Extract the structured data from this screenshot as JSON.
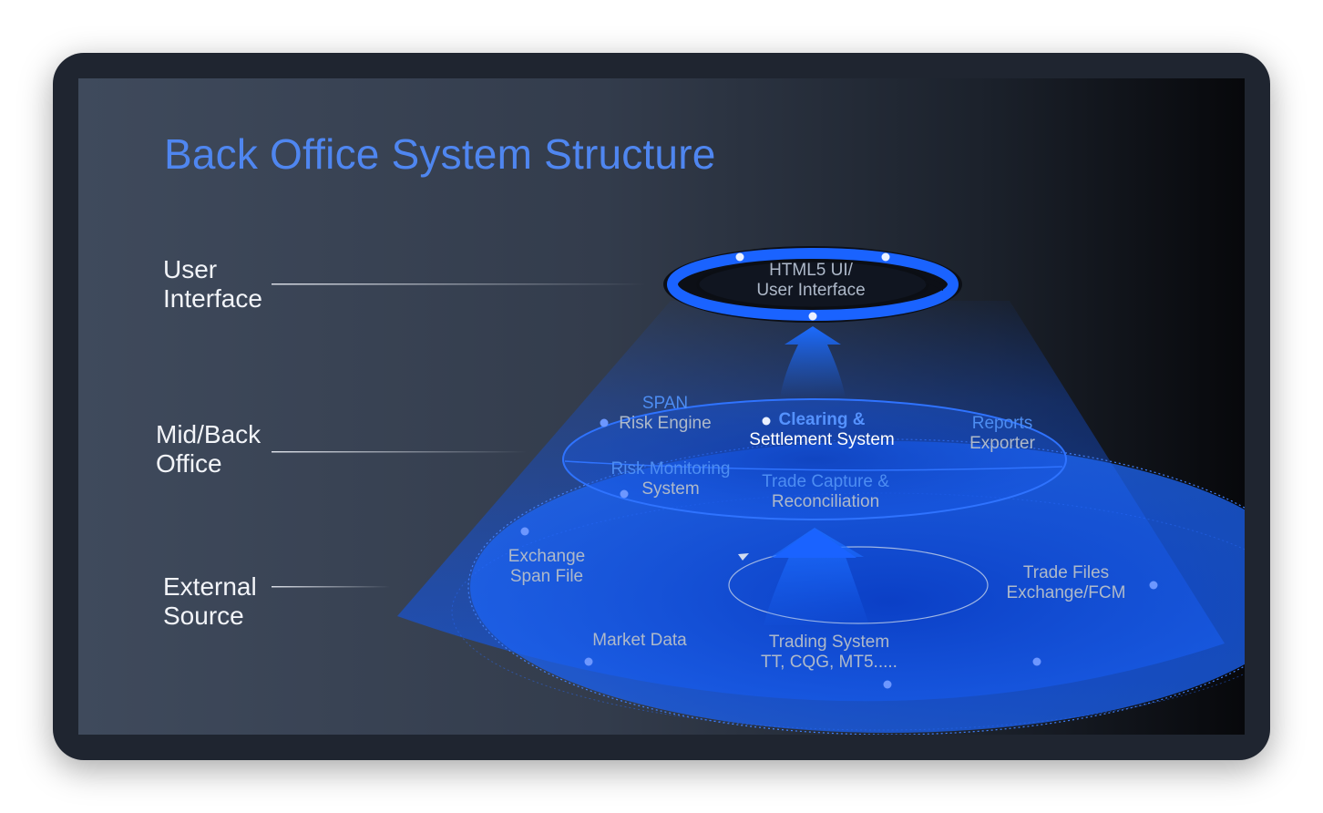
{
  "title": "Back Office System Structure",
  "tiers": [
    {
      "line1": "User",
      "line2": "Interface"
    },
    {
      "line1": "Mid/Back",
      "line2": "Office"
    },
    {
      "line1": "External",
      "line2": "Source"
    }
  ],
  "ui_ring": {
    "line1": "HTML5 UI/",
    "line2": "User Interface"
  },
  "mid_components": {
    "span": {
      "line1": "SPAN",
      "line2": "Risk Engine"
    },
    "clearing": {
      "line1": "Clearing &",
      "line2": "Settlement System"
    },
    "reports": {
      "line1": "Reports",
      "line2": "Exporter"
    },
    "risk_monitoring": {
      "line1": "Risk Monitoring",
      "line2": "System"
    },
    "trade_capture": {
      "line1": "Trade Capture &",
      "line2": "Reconciliation"
    }
  },
  "external_sources": {
    "exchange": {
      "line1": "Exchange",
      "line2": "Span File"
    },
    "trade_files": {
      "line1": "Trade Files",
      "line2": "Exchange/FCM"
    },
    "market_data": {
      "line1": "Market Data"
    },
    "trading_system": {
      "line1": "Trading System",
      "line2": "TT, CQG, MT5....."
    }
  },
  "colors": {
    "accent": "#4f86f0",
    "cone": "#1556d9",
    "frame": "#1f2530"
  }
}
